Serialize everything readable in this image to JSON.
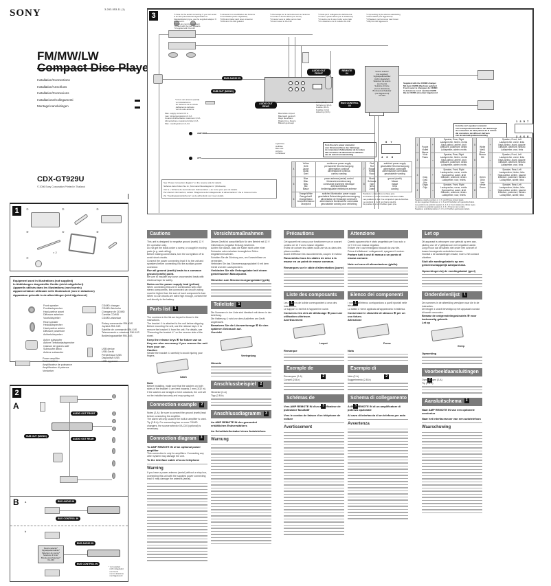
{
  "header": {
    "brand": "SONY",
    "part_number": "3-283-553-11 (1)",
    "title_line1": "FM/MW/LW",
    "title_line2": "Compact Disc Player",
    "languages": [
      "Installation/Connections",
      "Installation/Anschluss",
      "Installation/Connexions",
      "Installazione/Collegamenti",
      "Montage/Aansluitingen"
    ],
    "model": "CDX-GT929U",
    "copyright": "© 2006 Sony Corporation   Printed in Thailand"
  },
  "panel1": {
    "number": "1",
    "parts": [
      "①",
      "②",
      "③",
      "④",
      "⑤",
      "⑥",
      "⑦"
    ],
    "qty_note": "× 2"
  },
  "equipment": {
    "heading": [
      "Equipment used in illustrations (not supplied)",
      "In Abbildungen dargestellte Geräte (nicht mitgeliefert)",
      "Appareils utilisés dans les illustrations (non fournis)",
      "Apparecchiature utilizzate nelle illustrazioni (non in dotazione)",
      "Apparatuur gebruikt in de afbeeldingen (niet bijgeleverd)"
    ],
    "items": [
      {
        "label": "Front speaker\nFrontlautsprecher\nHaut-parleur avant\nDiffusore anteriore\nVoorluidspreker"
      },
      {
        "label": "Rear speaker\nHecklautsprecher\nHaut-parleur arrière\nDiffusore posteriore\nAchterluidspreker"
      },
      {
        "label": "Active subwoofer\nAktiver Tiefsttonlautsprecher\nCaisson de graves actif\nSubwoofer attivo\nActieve subwoofer"
      },
      {
        "label": "Power amplifier\nEndverstärker\nAmplificateur de puissance\nAmplificatore di potenza\nVersterker"
      },
      {
        "label": "CD/MD changer\nCD/MD-Wechsler\nChangeur de CD/MD\nCambia CD/MD\nCD/MD-wisselaar"
      },
      {
        "label": "Rotary commander RM-X4S\nJoystick RM-X4S\nSatellite de commande RM-X4S\nTelecomando a rotazione RM-X4S\nBedieningssatelliet RM-X4S"
      },
      {
        "label": "USB device\nUSB-Gerät\nPériphérique USB\nDispositivo USB\nUSB-apparaat"
      }
    ]
  },
  "panel2": {
    "number": "2",
    "section_a": "A",
    "section_b": "B",
    "labels": {
      "audio_out_front": "AUDIO OUT FRONT",
      "audio_out_rear": "AUDIO OUT REAR",
      "sub_out": "SUB OUT (MONO)",
      "bus_audio_in": "BUS AUDIO IN",
      "bus_control_in": "BUS CONTROL IN"
    },
    "b_a": "a",
    "b_b": "b",
    "selector": "Source selector*\nSignalquellenwähler*\nSélecteur de source*\nSelettore di fonte*\nBronkeuzeschakelaar*\nXA-C40",
    "footnote": "* not supplied\n  nicht mitgeliefert\n  non fourni\n  non in dotazione\n  niet bijgeleverd"
  },
  "panel3": {
    "number": "3",
    "labels": {
      "bus_audio_in": "BUS AUDIO IN",
      "audio_out_front": "AUDIO OUT FRONT",
      "remote_in": "REMOTE IN",
      "sub_out": "SUB OUT (MONO)",
      "audio_out_rear": "AUDIO OUT REAR",
      "bus_control_in": "BUS CONTROL IN",
      "amp_rem": "AMP REM",
      "att": "ATT"
    },
    "antenna_note": "*1 from car antenna (aerial)\n von Autoantenne\n de l'antenne de la voiture\n dall'antenna dell'auto\n van de auto-antenne",
    "fuse": "Fuse (10 A)\nSicherung (10 A)\nFusible (10 A)\nFusibile (10 A)\nZekering (10 A)",
    "max_current": "Max. supply current 0.3 A\nmax. Versorgungsstrom 0,3 A\nCourant d'alimentation maximum 0,3 A\nAlimentazione massima fornita 0,3 A\nMax. voedingsstroom 0,3 A",
    "blue_white": "Blue/white striped\nBlau/weiß gestreift\nRayé bleu/blanc\nRigato blu e bianco\nBlauwit gestreept",
    "light_blue": "Light blue\nHellblau\nBleu ciel\nAzzurro\nLichtblauw",
    "power_note": [
      "See “Power connection diagram” on the reverse side for details.",
      "Näheres dazu finden Sie im „Stromanschlussdiagramm“ (Rückseite).",
      "Voir le « Schéma de raccordement d'alimentation » au verso pour plus de détails.",
      "Per ulteriori informazioni, vedere “Diagramma del collegamento di alimentazione” che si trova sul retro.",
      "Zie “Voedingsaansluitschema” op de achterkant voor meer details."
    ],
    "footnotes_en": [
      "*1 Note for the aerial connecting: If your car aerial is an ISO (International Organization for Standardization) type, use the supplied adaptor ③ to connect it.",
      "*2 RCA pin cord (not supplied)",
      "*3 Insert with the cord upwards.",
      "*4 Supplied with XA-C40"
    ],
    "footnotes_de": [
      "*1 Hinweis zum Anschließen der Antenne",
      "*2 Cinchkabel (nicht mitgeliefert)",
      "*3 Mit dem Kabel nach oben einsetzen",
      "*4 Mit dem XA-C40 geliefert"
    ],
    "footnotes_fr": [
      "*1 Remarque sur le raccordement de l'antenne",
      "*2 Cordon à broche RCA (non fourni)",
      "*3 Insérez avec le câble vers le haut",
      "*4 Fourni avec le XA-C40"
    ],
    "footnotes_it": [
      "*1 Nota per il collegamento dell'antenna",
      "*2 Cavo a piedini RCA (non in dotazione)",
      "*3 Inserire con il cavo rivolto verso l'alto",
      "*4 In dotazione con il modello XA-C40"
    ],
    "footnotes_nl": [
      "*1 Opmerking bij de antenne-aansluiting",
      "*2 RCA-kabel (niet bijgeleverd)",
      "*3 Plaatsen met het snoer naar boven",
      "*4 Bij XA-C40 bijgeleverd"
    ],
    "selector": "Source selector\n(not supplied)\nSignalquellenwähler\n(nicht mitgeliefert)\nSélecteur de source\n(non fourni)\nSelettore di fonte\n(non in dotazione)\nBronkeuzeschakelaar\n(niet bijgeleverd)\nXA-C40",
    "cdmd_note": "Supplied with the CD/MD changer\nMit dem CD/MD-Wechsler geliefert\nFourni avec le changeur de CD/MD\nIn dotazione con il cambia CD/MD\nBij de CD/MD-wisselaar bijgeleverd",
    "power_conn_label": "from the car's power connector\nvom Stromanschluss des Fahrzeugs\ndu connecteur d'alimentation de la voiture\ndal connettore di alimentazione dell'auto\nvan de autostroomaansluiting",
    "speaker_conn_label": "from the car's speaker connector\nvom Lautsprecheranschluss des Fahrzeugs\ndu connecteur de haut-parleur de la voiture\ndal connettore dei diffusori dell'auto\nvan de autoluidsprekeraansluiting",
    "power_pins_top": [
      "5",
      "7"
    ],
    "power_pins_bottom": [
      "4",
      "6",
      "8"
    ],
    "speaker_pins_top": [
      "1",
      "3",
      "5",
      "7"
    ],
    "speaker_pins_bottom": [
      "2",
      "4",
      "6",
      "8"
    ],
    "power_table": [
      {
        "pin": "4",
        "color": "Yellow\nGelb\nJaune\nGiallo\nGeel",
        "desc": "continuous power supply\npermanente Stromversorgung\nalimentation continue\nalimentazione continua\ncontinu voeding",
        "pin2": "7",
        "color2": "Red\nRot\nRouge\nRosso\nRood",
        "desc2": "switched power supply\ngeschaltete Stromversorgung\nalimentation commutée\nalimentazione commutata\ngeschakelde voeding"
      },
      {
        "pin": "5",
        "color": "Blue\nBlau\nBleu\nBlu\nBlauw",
        "desc": "power antenna (aerial) control\nMotorantennensteuerung\ncommande d'antenne électrique\nantenna elettrica\nbedieningskabel elektrische antenne",
        "pin2": "8",
        "color2": "Black\nSchwarz\nNoir\nNero\nZwart",
        "desc2": "ground (earth)\nMasse\nmasse\nterra\naarding"
      },
      {
        "pin": "6",
        "color": "Orange/White\nOrange/weiß\nOrange/blanc\nArancione/bianco\nOranje/wit",
        "desc": "switched illumination power supply\ngeschaltete Beleuchtungsstromversorgung\nalimentation de l'éclairage commutée\nalimentazione illuminazione commutata\ngeschakelde voeding voor verlichting",
        "pin2": "",
        "color2": "",
        "desc2": ""
      }
    ],
    "power_table_note": "Positions 1, 2 and 3 do not have pins.\nAn Position 1, 2 und 3 befinden sich keine Stifte.\nLes positions 1, 2 et 3 ne comportent pas de broches.\nLe posizioni 1, 2 e 3 non hanno piedini.\nDe posities 1, 2 en 3 hebben geen pins.",
    "speaker_table": [
      {
        "pin": "1",
        "color": "Purple\nViolett\nMauve\nViola\nPaars",
        "pol": "+",
        "desc": "Speaker, Rear, Right\nLautsprecher, hinten, rechts\nHaut-parleur, arrière, droit\nDiffusore, posteriore, destro\nLuidspreker, achter, rechts",
        "pin2": "5",
        "color2": "White\nWeiß\nBlanc\nBianco\nWit",
        "pol2": "+",
        "desc2": "Speaker, Front, Left\nLautsprecher, vorne, links\nHaut-parleur, avant, gauche\nDiffusore, anteriore, sinistro\nLuidspreker, voor, links"
      },
      {
        "pin": "2",
        "color": "",
        "pol": "–",
        "desc": "Speaker, Rear, Right\nLautsprecher, hinten, rechts\nHaut-parleur, arrière, droit\nDiffusore, posteriore, destro\nLuidspreker, achter, rechts",
        "pin2": "6",
        "color2": "",
        "pol2": "–",
        "desc2": "Speaker, Front, Left\nLautsprecher, vorne, links\nHaut-parleur, avant, gauche\nDiffusore, anteriore, sinistro\nLuidspreker, voor, links"
      },
      {
        "pin": "3",
        "color": "Gray\nGrau\nGris\nGrigio\nGrijs",
        "pol": "+",
        "desc": "Speaker, Front, Right\nLautsprecher, vorne, rechts\nHaut-parleur, avant, droit\nDiffusore, anteriore, destro\nLuidspreker, voor, rechts",
        "pin2": "7",
        "color2": "Green\nGrün\nVert\nVerde\nGroen",
        "pol2": "+",
        "desc2": "Speaker, Rear, Left\nLautsprecher, hinten, links\nHaut-parleur, arrière, gauche\nDiffusore, posteriore, sinistro\nLuidspreker, achter, links"
      },
      {
        "pin": "4",
        "color": "",
        "pol": "–",
        "desc": "Speaker, Front, Right\nLautsprecher, vorne, rechts\nHaut-parleur, avant, droit\nDiffusore, anteriore, destro\nLuidspreker, voor, rechts",
        "pin2": "8",
        "color2": "",
        "pol2": "–",
        "desc2": "Speaker, Rear, Left\nLautsprecher, hinten, links\nHaut-parleur, arrière, gauche\nDiffusore, posteriore, sinistro\nLuidspreker, achter, links"
      }
    ],
    "speaker_table_note": "Negative polarity positions 2, 4, 6, and 8 have striped leads.\nAn den negativen Positionen 2, 4, 6 und 8 befinden sich gestreifte Kabel.\nLes positions de polarité négative 2, 4, 6 et 8 sont dotées de câbles rayés.\nLe posizioni a polarità negativa 2, 4, 6 e 8 hanno cavi a righe.\nNegatieve polariteitsposities 2, 4, 6 en 8 hebben gestreepte kabels."
  },
  "columns": [
    {
      "lang": "en",
      "sections": [
        {
          "title": "Cautions",
          "tag": "",
          "lines": [
            "This unit is designed for negative ground (earth) 12 V DC operation only.",
            "Do not get the leads under a screw, or caught in moving parts (e.g. seat railing).",
            "Before making connections, turn the car ignition off to avoid short circuits.",
            "Connect the power connecting lead ⑥ to the unit and speakers before connecting it to the auxiliary power connector."
          ],
          "bold": "Run all ground (earth) leads to a common ground (earth) point.",
          "after": [
            "Be sure to insulate any loose unconnected leads with electrical tape for safety."
          ],
          "subhead": "Notes on the power supply lead (yellow)",
          "sublines": [
            "When connecting this unit in combination with other stereo components, the connected car circuit's rating must be higher than the sum of each component's fuse.",
            "When no car circuits are rated high enough, connect the unit directly to the battery."
          ]
        },
        {
          "title": "Parts list",
          "tag": "1",
          "lines": [
            "The numbers in the list are keyed to those in the instructions.",
            "The bracket ① is attached to the unit before shipping. Before mounting the unit, use the release keys ④ to remove the bracket ① from the unit. For details, see “Removing the bracket ①” on the reverse side of the sheet."
          ],
          "bold": "Keep the release keys ④ for future use as they are also necessary if you remove the unit from your car.",
          "subhead": "Caution",
          "sublines": [
            "Handle the bracket ① carefully to avoid injuring your fingers."
          ],
          "catch": "Catch",
          "note_head": "Note",
          "note": "Before installing, make sure that the catches on both sides of the bracket ① are bent inwards 2 mm (3/32 in). If the catches are straight or bent outwards, the unit will not be installed securely and may spring out."
        },
        {
          "title": "Connection example",
          "tag": "2",
          "lines": [
            "Notes (2-A): Be sure to connect the ground (earth) lead before connecting the amplifier.",
            "The alarm will only sound if the built-in amplifier is used.",
            "Tip (2-B-b): For connecting two or more CD/MD changers, the source selector XA-C40 (optional) is necessary."
          ]
        },
        {
          "title": "Connection diagram",
          "tag": "3",
          "items": [
            "To AMP REMOTE IN of an optional power amplifier",
            "To the interface cable of a car telephone"
          ],
          "item_note": "This connection is only for amplifiers. Connecting any other system may damage the unit.",
          "warn_head": "Warning",
          "warn": "If you have a power antenna (aerial) without a relay box, connecting this unit with the supplied power connecting lead ⑥ may damage the antenna (aerial)."
        }
      ]
    },
    {
      "lang": "de",
      "sections": [
        {
          "title": "Vorsichtsmaßnahmen",
          "tag": "",
          "lines": [
            "Dieses Gerät ist ausschließlich für den Betrieb mit 12 V Gleichstrom (negative Erdung) bestimmt.",
            "Achten Sie darauf, dass die Kabel nicht unter einer Schraube oder zwischen beweglichen Teilen eingeklemmt werden.",
            "Schalten Sie die Zündung aus, um Kurzschlüsse zu vermeiden.",
            "Verbinden Sie das Stromversorgungskabel ⑥ mit dem Gerät und den Lautsprechern."
          ],
          "bold": "Verbinden Sie alle Erdungskabel mit einem gemeinsamen Massepunkt.",
          "subhead": "Hinweise zum Stromversorgungskabel (gelb)"
        },
        {
          "title": "Teileliste",
          "tag": "1",
          "lines": [
            "Die Nummern in der Liste sind identisch mit denen in der Anleitung.",
            "Die Halterung ① wird vor dem Ausliefern am Gerät angebracht."
          ],
          "bold": "Bewahren Sie die Lösewerkzeuge ④ für den späteren Gebrauch auf.",
          "subhead": "Vorsicht",
          "catch": "Verriegelung",
          "note_head": "Hinweis"
        },
        {
          "title": "Anschlussbeispiel",
          "tag": "2",
          "lines": [
            "Hinweise (2-A)",
            "Tipp (2-B-b)"
          ]
        },
        {
          "title": "Anschlussdiagramm",
          "tag": "3",
          "items": [
            "An AMP REMOTE IN des gesondert erhältlichen Endverstärkers",
            "An Schnittstellenkabel eines Autotelefons"
          ],
          "warn_head": "Warnung"
        }
      ]
    },
    {
      "lang": "fr",
      "sections": [
        {
          "title": "Précautions",
          "tag": "",
          "lines": [
            "Cet appareil est conçu pour fonctionner sur un courant continu de 12 V avec masse négative.",
            "Évitez de coincer les câbles sous une vis ou dans des pièces mobiles.",
            "Avant d'effectuer les raccordements, coupez le moteur."
          ],
          "bold": "Rassemblez tous les câbles de mise à la masse en un point de masse commun.",
          "subhead": "Remarques sur le câble d'alimentation (jaune)"
        },
        {
          "title": "Liste des composants",
          "tag": "1",
          "lines": [
            "Les numéros de la liste correspondent à ceux des instructions.",
            "Le support ① est fixé à l'appareil en usine."
          ],
          "bold": "Conservez les clés de déblocage ④ pour une utilisation ultérieure.",
          "subhead": "Avertissement",
          "catch": "Loquet",
          "note_head": "Remarque"
        },
        {
          "title": "Exemple de raccordement",
          "tag": "2",
          "lines": [
            "Remarques (2-A)",
            "Conseil (2-B-b)"
          ]
        },
        {
          "title": "Schémas de raccordement",
          "tag": "3",
          "items": [
            "Vers AMP REMOTE IN d'un amplificateur de puissance facultatif",
            "Vers le cordon de liaison d'un téléphone de voiture"
          ],
          "warn_head": "Avertissement"
        }
      ]
    },
    {
      "lang": "it",
      "sections": [
        {
          "title": "Attenzione",
          "tag": "",
          "lines": [
            "Questo apparecchio è stato progettato per l'uso solo a 12 V CC con massa negativa.",
            "Evitare che i cavi rimangano bloccati da una vite.",
            "Prima di effettuare i collegamenti, spegnere il motore."
          ],
          "bold": "Portare tutti i cavi di massa a un punto di massa comune.",
          "subhead": "Note sul cavo di alimentazione (giallo)"
        },
        {
          "title": "Elenco dei componenti",
          "tag": "1",
          "lines": [
            "I numeri nell'elenco corrispondono a quelli riportati nelle istruzioni.",
            "La staffa ① viene applicata all'apparecchio in fabbrica."
          ],
          "bold": "Conservare le chiavette di sblocco ④ per un uso futuro.",
          "subhead": "Attenzione",
          "catch": "Fermo",
          "note_head": "Nota"
        },
        {
          "title": "Esempio di collegamento",
          "tag": "2",
          "lines": [
            "Note (2-A)",
            "Suggerimento (2-B-b)"
          ]
        },
        {
          "title": "Schema di collegamento",
          "tag": "3",
          "items": [
            "A AMP REMOTE IN di un amplificatore di potenza opzionale",
            "Al cavo di interfaccia di un telefono per auto"
          ],
          "warn_head": "Avvertenza"
        }
      ]
    },
    {
      "lang": "nl",
      "sections": [
        {
          "title": "Let op",
          "tag": "",
          "lines": [
            "Dit apparaat is ontworpen voor gebruik op een aan-sluiting van 12 V gelijkstroom met negatieve aarde.",
            "Zorg ervoor dat de kabels niet onder een schroef of tussen bewegende onderdelen komen.",
            "Voordat u de aansluitingen maakt, moet u het contact uitzetten."
          ],
          "bold": "Sluit alle aardingskabels op een gemeenschappelijk aardpunt aan.",
          "subhead": "Opmerkingen bij de voedingskabel (geel)"
        },
        {
          "title": "Onderdelenlijst",
          "tag": "1",
          "lines": [
            "De nummers in de afbeelding verwijzen naar die in de instructies.",
            "De beugel ① wordt bevestigd op het apparaat voordat dit wordt verzonden."
          ],
          "bold": "Bewaar de ontgrendelingssleutels ④ voor toekomstig gebruik.",
          "subhead": "Let op",
          "catch": "Greep",
          "note_head": "Opmerking"
        },
        {
          "title": "Voorbeeldaansluitingen",
          "tag": "2",
          "lines": [
            "Opmerkingen (2-A)",
            "Tip (2-B-b)"
          ]
        },
        {
          "title": "Aansluitschema",
          "tag": "3",
          "items": [
            "Naar AMP REMOTE IN van een optionele versterker",
            "Naar het interfacesnoer van een autotelefoon"
          ],
          "warn_head": "Waarschuwing"
        }
      ]
    }
  ]
}
